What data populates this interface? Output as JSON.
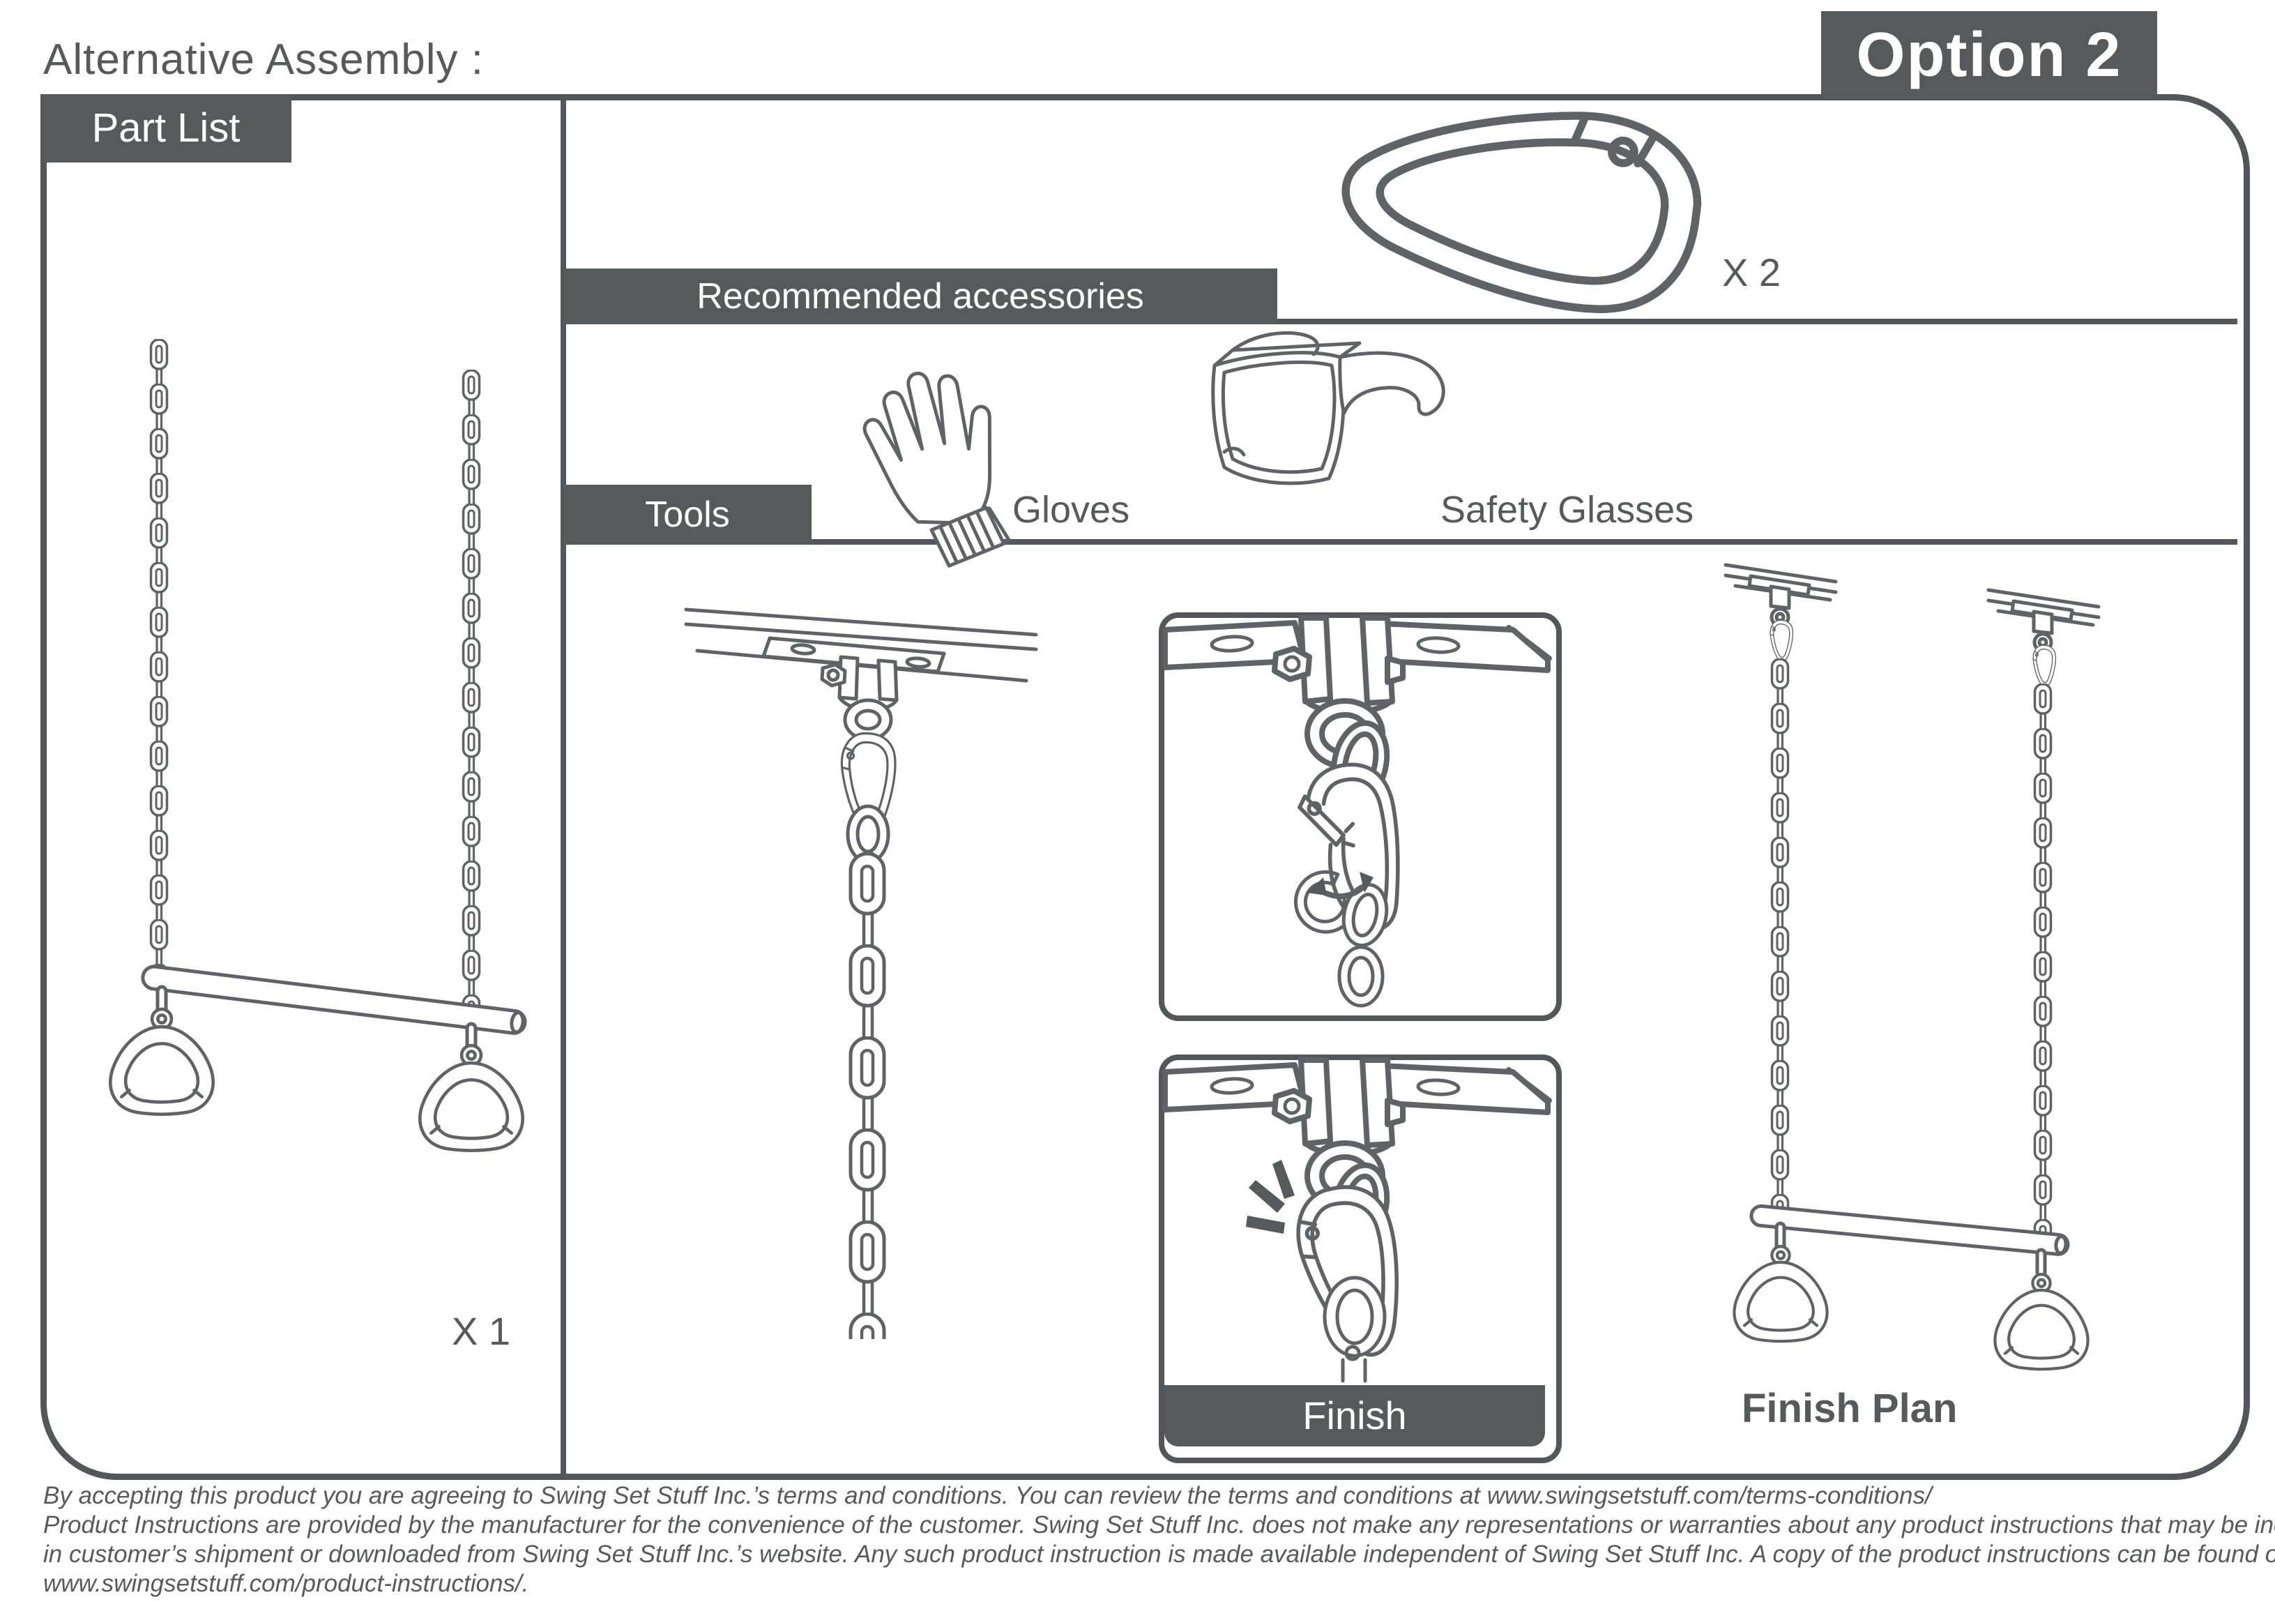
{
  "page": {
    "title": "Alternative Assembly :",
    "option_label": "Option 2"
  },
  "part_list": {
    "title": "Part List",
    "quantity_label": "X 1"
  },
  "accessories": {
    "title": "Recommended accessories",
    "carabiner_quantity_label": "X 2"
  },
  "tools": {
    "title": "Tools",
    "gloves_label": "Gloves",
    "glasses_label": "Safety Glasses"
  },
  "assembly": {
    "finish_label": "Finish",
    "finish_plan_label": "Finish Plan"
  },
  "figures": {
    "part_list_figure": "trapeze-bar-with-rings-and-chains",
    "accessory_figure": "carabiner",
    "tool_figures": [
      "gloves",
      "safety-glasses"
    ],
    "step_figures": [
      "swing-hanger-with-carabiner-and-chain",
      "open-carabiner-insert-chain-link",
      "closed-carabiner-click",
      "finished-trapeze-assembly"
    ]
  },
  "colors": {
    "accent": "#58595b",
    "line": "#616265"
  },
  "footer": {
    "lines": [
      "By accepting this product you are agreeing to Swing Set Stuff Inc.’s terms and conditions. You can review the terms and conditions at www.swingsetstuff.com/terms-conditions/",
      "Product Instructions are provided by the manufacturer for the convenience of the customer. Swing Set Stuff Inc. does not make any representations or warranties about any product instructions that may be included",
      "in customer’s shipment or downloaded from Swing Set Stuff Inc.’s website. Any such product instruction is made available independent of Swing Set Stuff Inc.  A copy of the product instructions can be found on",
      "www.swingsetstuff.com/product-instructions/."
    ]
  }
}
